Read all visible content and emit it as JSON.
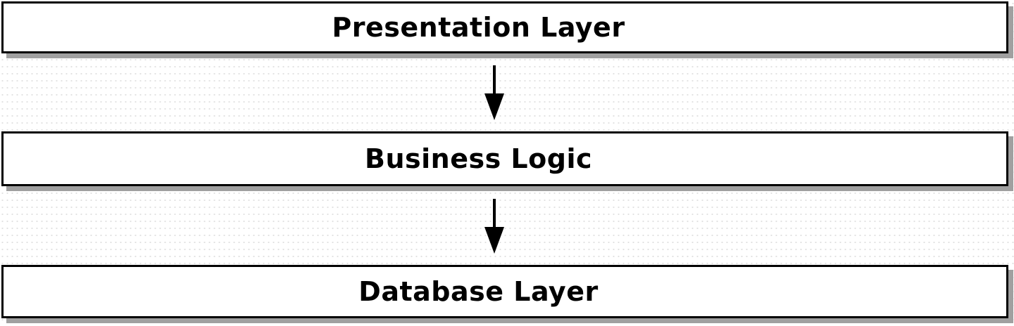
{
  "diagram": {
    "type": "layered-architecture",
    "layers": [
      {
        "label": "Presentation Layer"
      },
      {
        "label": "Business Logic"
      },
      {
        "label": "Database Layer"
      }
    ],
    "connectors": [
      {
        "icon": "down-arrow-icon",
        "from": "Presentation Layer",
        "to": "Business Logic"
      },
      {
        "icon": "down-arrow-icon",
        "from": "Business Logic",
        "to": "Database Layer"
      }
    ],
    "colors": {
      "box_fill": "#ffffff",
      "box_border": "#000000",
      "label_text": "#000000",
      "arrow": "#000000",
      "shadow": "#a0a0a0",
      "background": "#ffffff",
      "background_dot": "#e1e1e1"
    }
  }
}
